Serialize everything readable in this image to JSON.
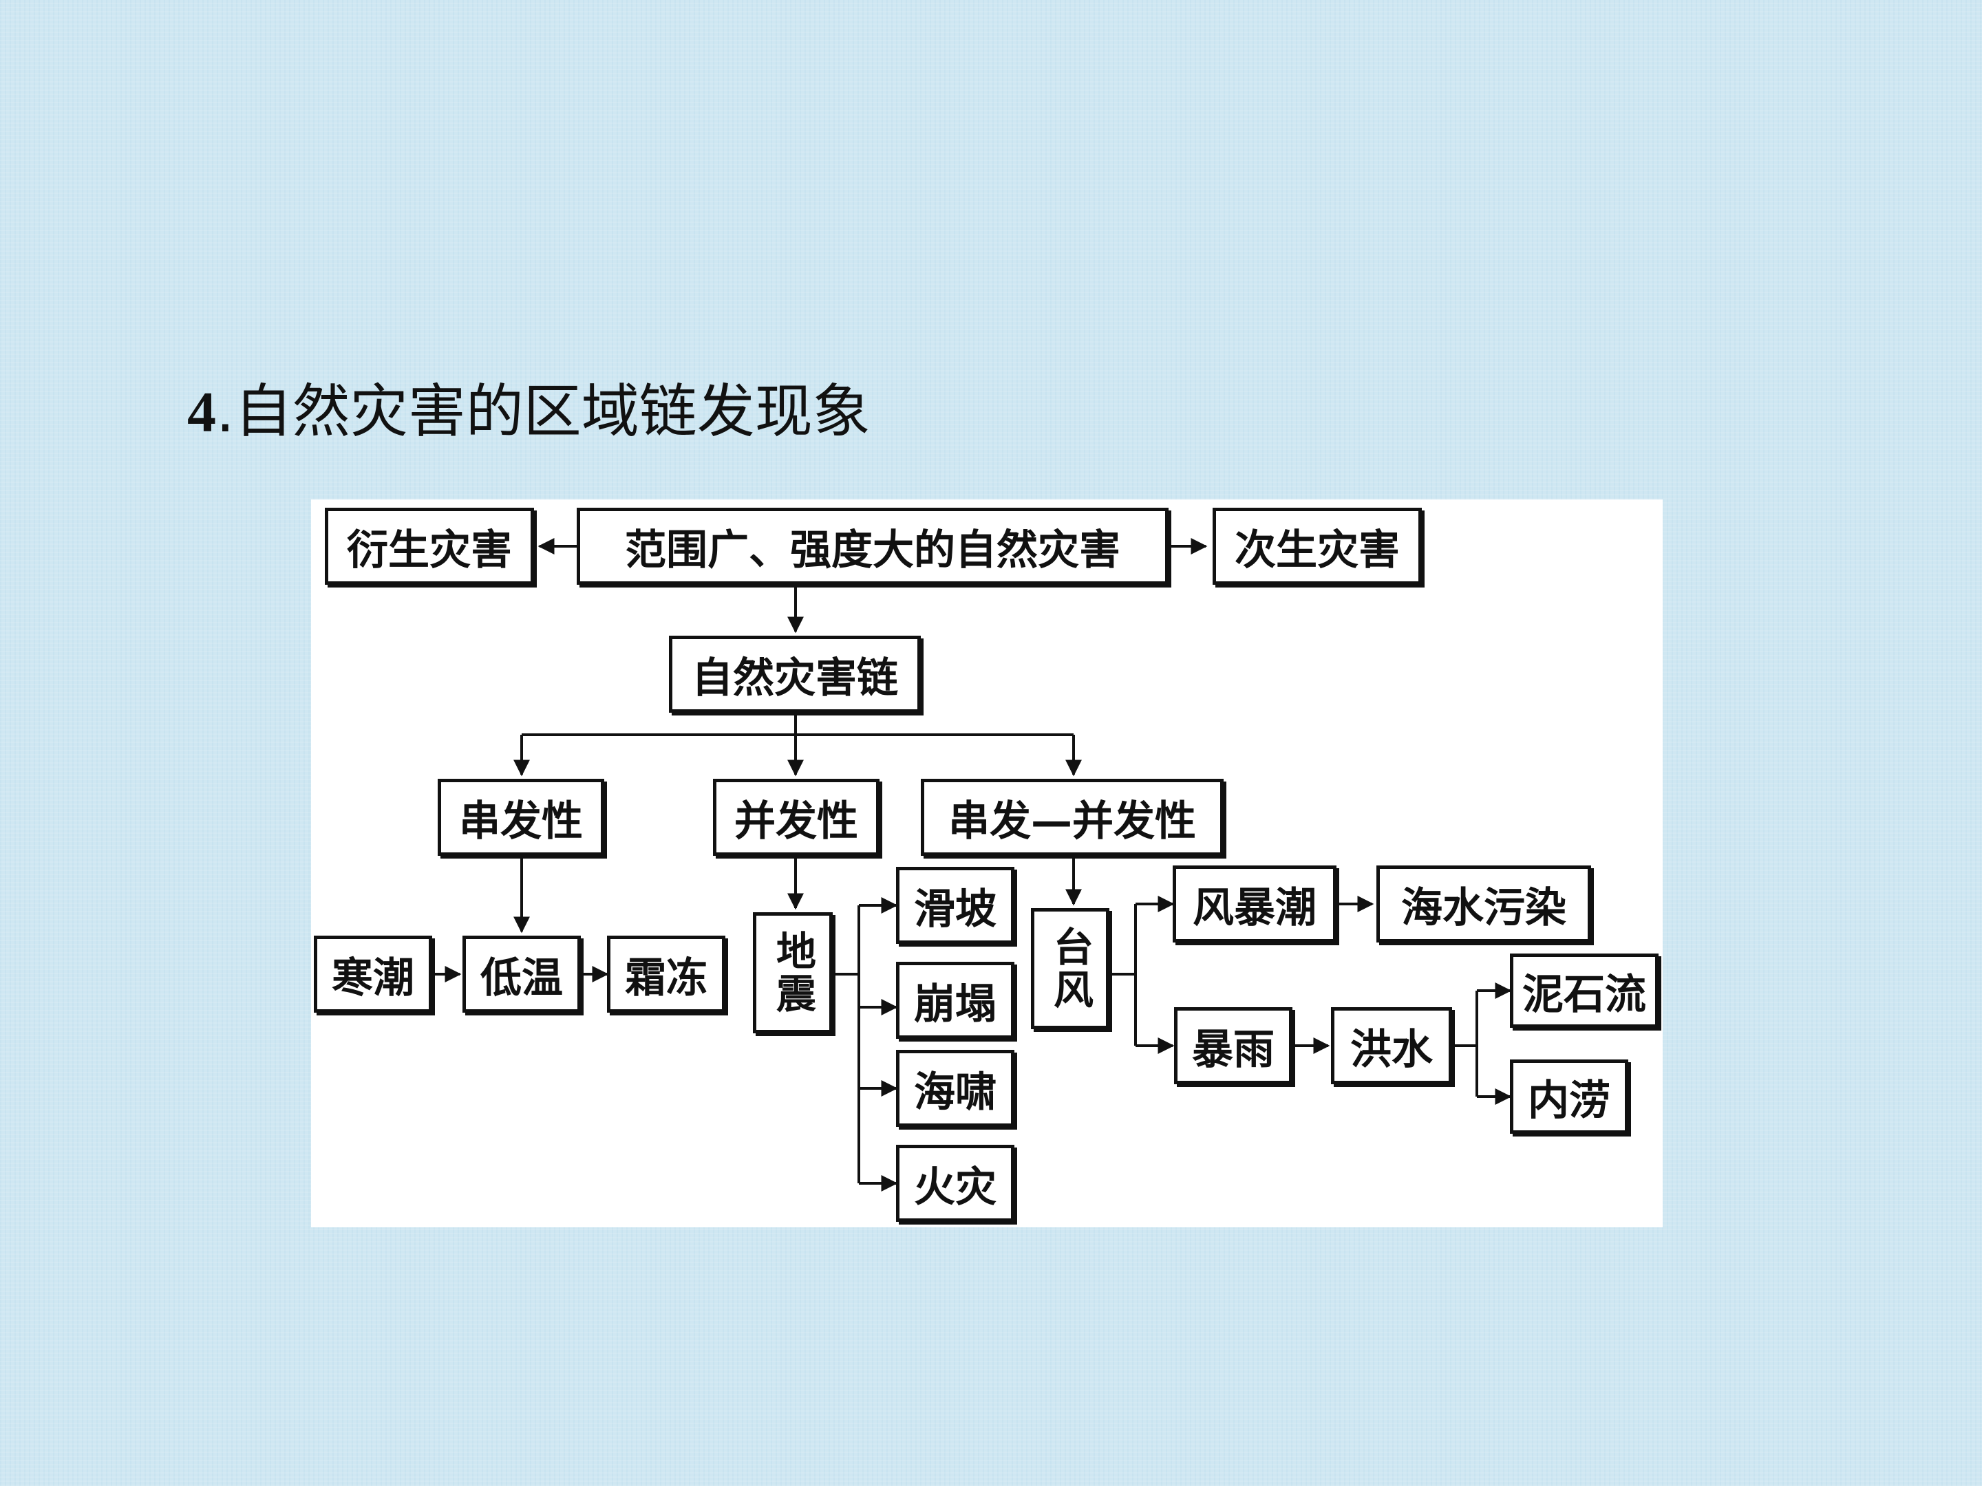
{
  "heading": {
    "number": "4",
    "text": ".自然灾害的区域链发现象"
  },
  "diagram": {
    "nodes": {
      "derived": "衍生灾害",
      "source": "范围广、强度大的自然灾害",
      "secondary": "次生灾害",
      "chain": "自然灾害链",
      "serial": "串发性",
      "parallel": "并发性",
      "serial_parallel": "串发—并发性",
      "cold_wave": "寒潮",
      "low_temp": "低温",
      "frost": "霜冻",
      "earthquake": "地震",
      "landslide": "滑坡",
      "collapse": "崩塌",
      "tsunami": "海啸",
      "fire": "火灾",
      "typhoon": "台风",
      "storm_surge": "风暴潮",
      "seawater_pollution": "海水污染",
      "rainstorm": "暴雨",
      "flood": "洪水",
      "debris_flow": "泥石流",
      "waterlogging": "内涝"
    }
  },
  "colors": {
    "background": "#cfe7f2",
    "panel": "#ffffff",
    "ink": "#111111"
  }
}
